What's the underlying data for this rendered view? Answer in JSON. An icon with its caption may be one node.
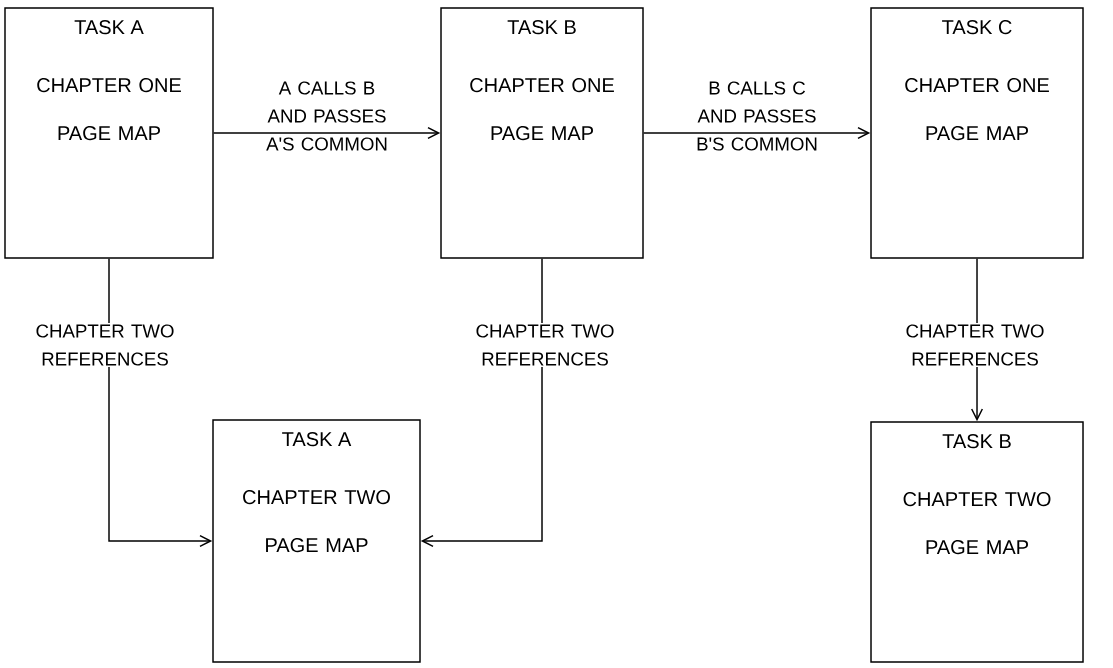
{
  "diagram": {
    "nodes": [
      {
        "text": [
          "TASK A",
          "CHAPTER ONE PAGE MAP"
        ]
      },
      {
        "text": [
          "TASK B",
          "CHAPTER ONE PAGE MAP"
        ]
      },
      {
        "text": [
          "TASK C",
          "CHAPTER ONE PAGE MAP"
        ]
      },
      {
        "text": [
          "TASK A",
          "CHAPTER TWO PAGE MAP"
        ]
      },
      {
        "text": [
          "TASK B",
          "CHAPTER TWO PAGE MAP"
        ]
      }
    ],
    "edges": [
      {
        "from": 0,
        "to": 1,
        "arrow": "to",
        "label": "A CALLS B AND PASSES A'S COMMON"
      },
      {
        "from": 1,
        "to": 2,
        "arrow": "to",
        "label": "B CALLS C AND PASSES B'S COMMON"
      },
      {
        "from": 0,
        "to": 3,
        "arrow": "to",
        "label": "CHAPTER TWO REFERENCES"
      },
      {
        "from": 1,
        "to": 3,
        "arrow": "to",
        "label": "CHAPTER TWO REFERENCES"
      },
      {
        "from": 2,
        "to": 4,
        "arrow": "to",
        "label": "CHAPTER TWO REFERENCES"
      }
    ]
  }
}
